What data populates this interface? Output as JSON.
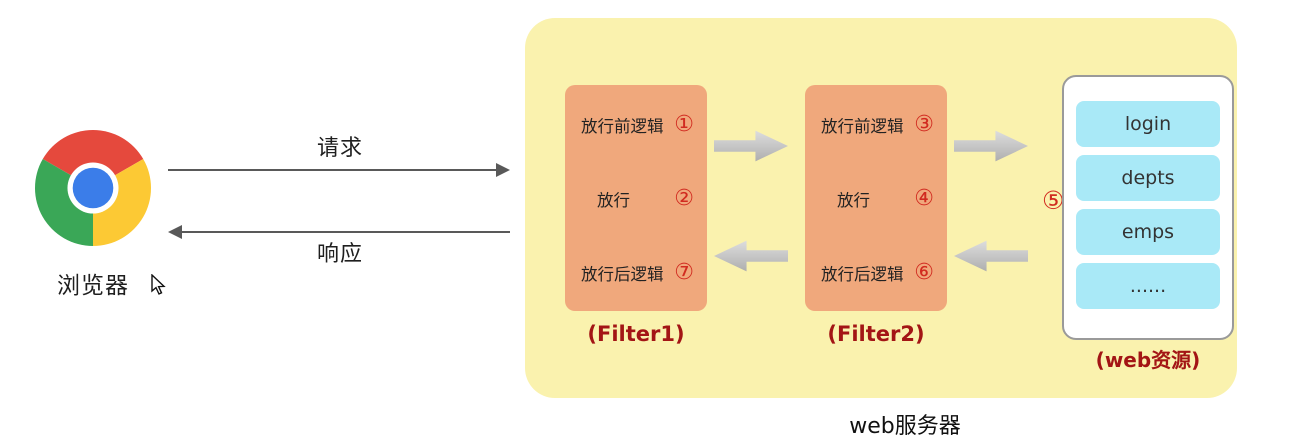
{
  "browser": {
    "label": "浏览器"
  },
  "flow": {
    "request_label": "请求",
    "response_label": "响应"
  },
  "server": {
    "label": "web服务器",
    "filters": [
      {
        "name": "(Filter1)",
        "rows": [
          {
            "label": "放行前逻辑",
            "num": "①"
          },
          {
            "label": "放行",
            "num": "②"
          },
          {
            "label": "放行后逻辑",
            "num": "⑦"
          }
        ]
      },
      {
        "name": "(Filter2)",
        "rows": [
          {
            "label": "放行前逻辑",
            "num": "③"
          },
          {
            "label": "放行",
            "num": "④"
          },
          {
            "label": "放行后逻辑",
            "num": "⑥"
          }
        ]
      }
    ],
    "resource": {
      "name": "(web资源)",
      "num": "⑤",
      "items": [
        "login",
        "depts",
        "emps",
        "......"
      ]
    }
  },
  "colors": {
    "server_bg": "#faf2ae",
    "filter_bg": "#f0a87c",
    "resource_item_bg": "#a9e9f7",
    "label_dark_red": "#a31515",
    "step_number_red": "#d12b20",
    "arrow_gray": "#595959",
    "block_arrow_silver": "#c4c4c4"
  }
}
